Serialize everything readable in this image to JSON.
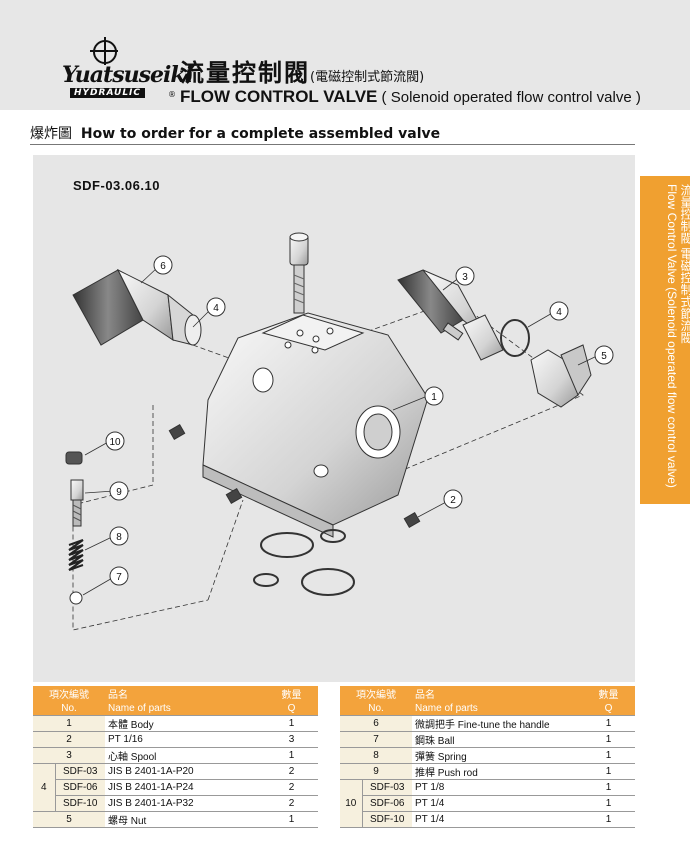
{
  "brand": {
    "name": "Yuatsuseiki",
    "sub": "HYDRAULIC",
    "reg": "®"
  },
  "header": {
    "title_cn": "流量控制閥",
    "title_cn_sub": "(電磁控制式節流閥)",
    "title_en_bold": "FLOW CONTROL VALVE",
    "title_en_rest": " ( Solenoid operated flow control valve )"
  },
  "section": {
    "title_cn": "爆炸圖",
    "title_en": "How to order for a complete assembled valve"
  },
  "diagram": {
    "model": "SDF-03.06.10",
    "callouts": [
      "1",
      "2",
      "3",
      "4",
      "4",
      "5",
      "6",
      "7",
      "8",
      "9",
      "10"
    ]
  },
  "side_tab": {
    "cn": "流量控制閥  電磁控制式節流閥",
    "en": "Flow Control Valve (Solenoid operated flow control valve)"
  },
  "table_left": {
    "header_cn": [
      "項次編號",
      "品名",
      "數量"
    ],
    "header_en": [
      "No.",
      "Name of parts",
      "Q"
    ],
    "rows": [
      {
        "no": "1",
        "name": "本體 Body",
        "q": "1"
      },
      {
        "no": "2",
        "name": "PT 1/16",
        "q": "3"
      },
      {
        "no": "3",
        "name": "心軸 Spool",
        "q": "1"
      }
    ],
    "group": {
      "no": "4",
      "rows": [
        {
          "sub": "SDF-03",
          "name": "JIS B 2401-1A-P20",
          "q": "2"
        },
        {
          "sub": "SDF-06",
          "name": "JIS B 2401-1A-P24",
          "q": "2"
        },
        {
          "sub": "SDF-10",
          "name": "JIS B 2401-1A-P32",
          "q": "2"
        }
      ]
    },
    "last": {
      "no": "5",
      "name": "螺母 Nut",
      "q": "1"
    }
  },
  "table_right": {
    "header_cn": [
      "項次編號",
      "品名",
      "數量"
    ],
    "header_en": [
      "No.",
      "Name of parts",
      "Q"
    ],
    "rows": [
      {
        "no": "6",
        "name": "微調把手 Fine-tune the handle",
        "q": "1"
      },
      {
        "no": "7",
        "name": "鋼珠 Ball",
        "q": "1"
      },
      {
        "no": "8",
        "name": "彈簧 Spring",
        "q": "1"
      },
      {
        "no": "9",
        "name": "推桿 Push rod",
        "q": "1"
      }
    ],
    "group": {
      "no": "10",
      "rows": [
        {
          "sub": "SDF-03",
          "name": "PT 1/8",
          "q": "1"
        },
        {
          "sub": "SDF-06",
          "name": "PT 1/4",
          "q": "1"
        },
        {
          "sub": "SDF-10",
          "name": "PT 1/4",
          "q": "1"
        }
      ]
    }
  }
}
